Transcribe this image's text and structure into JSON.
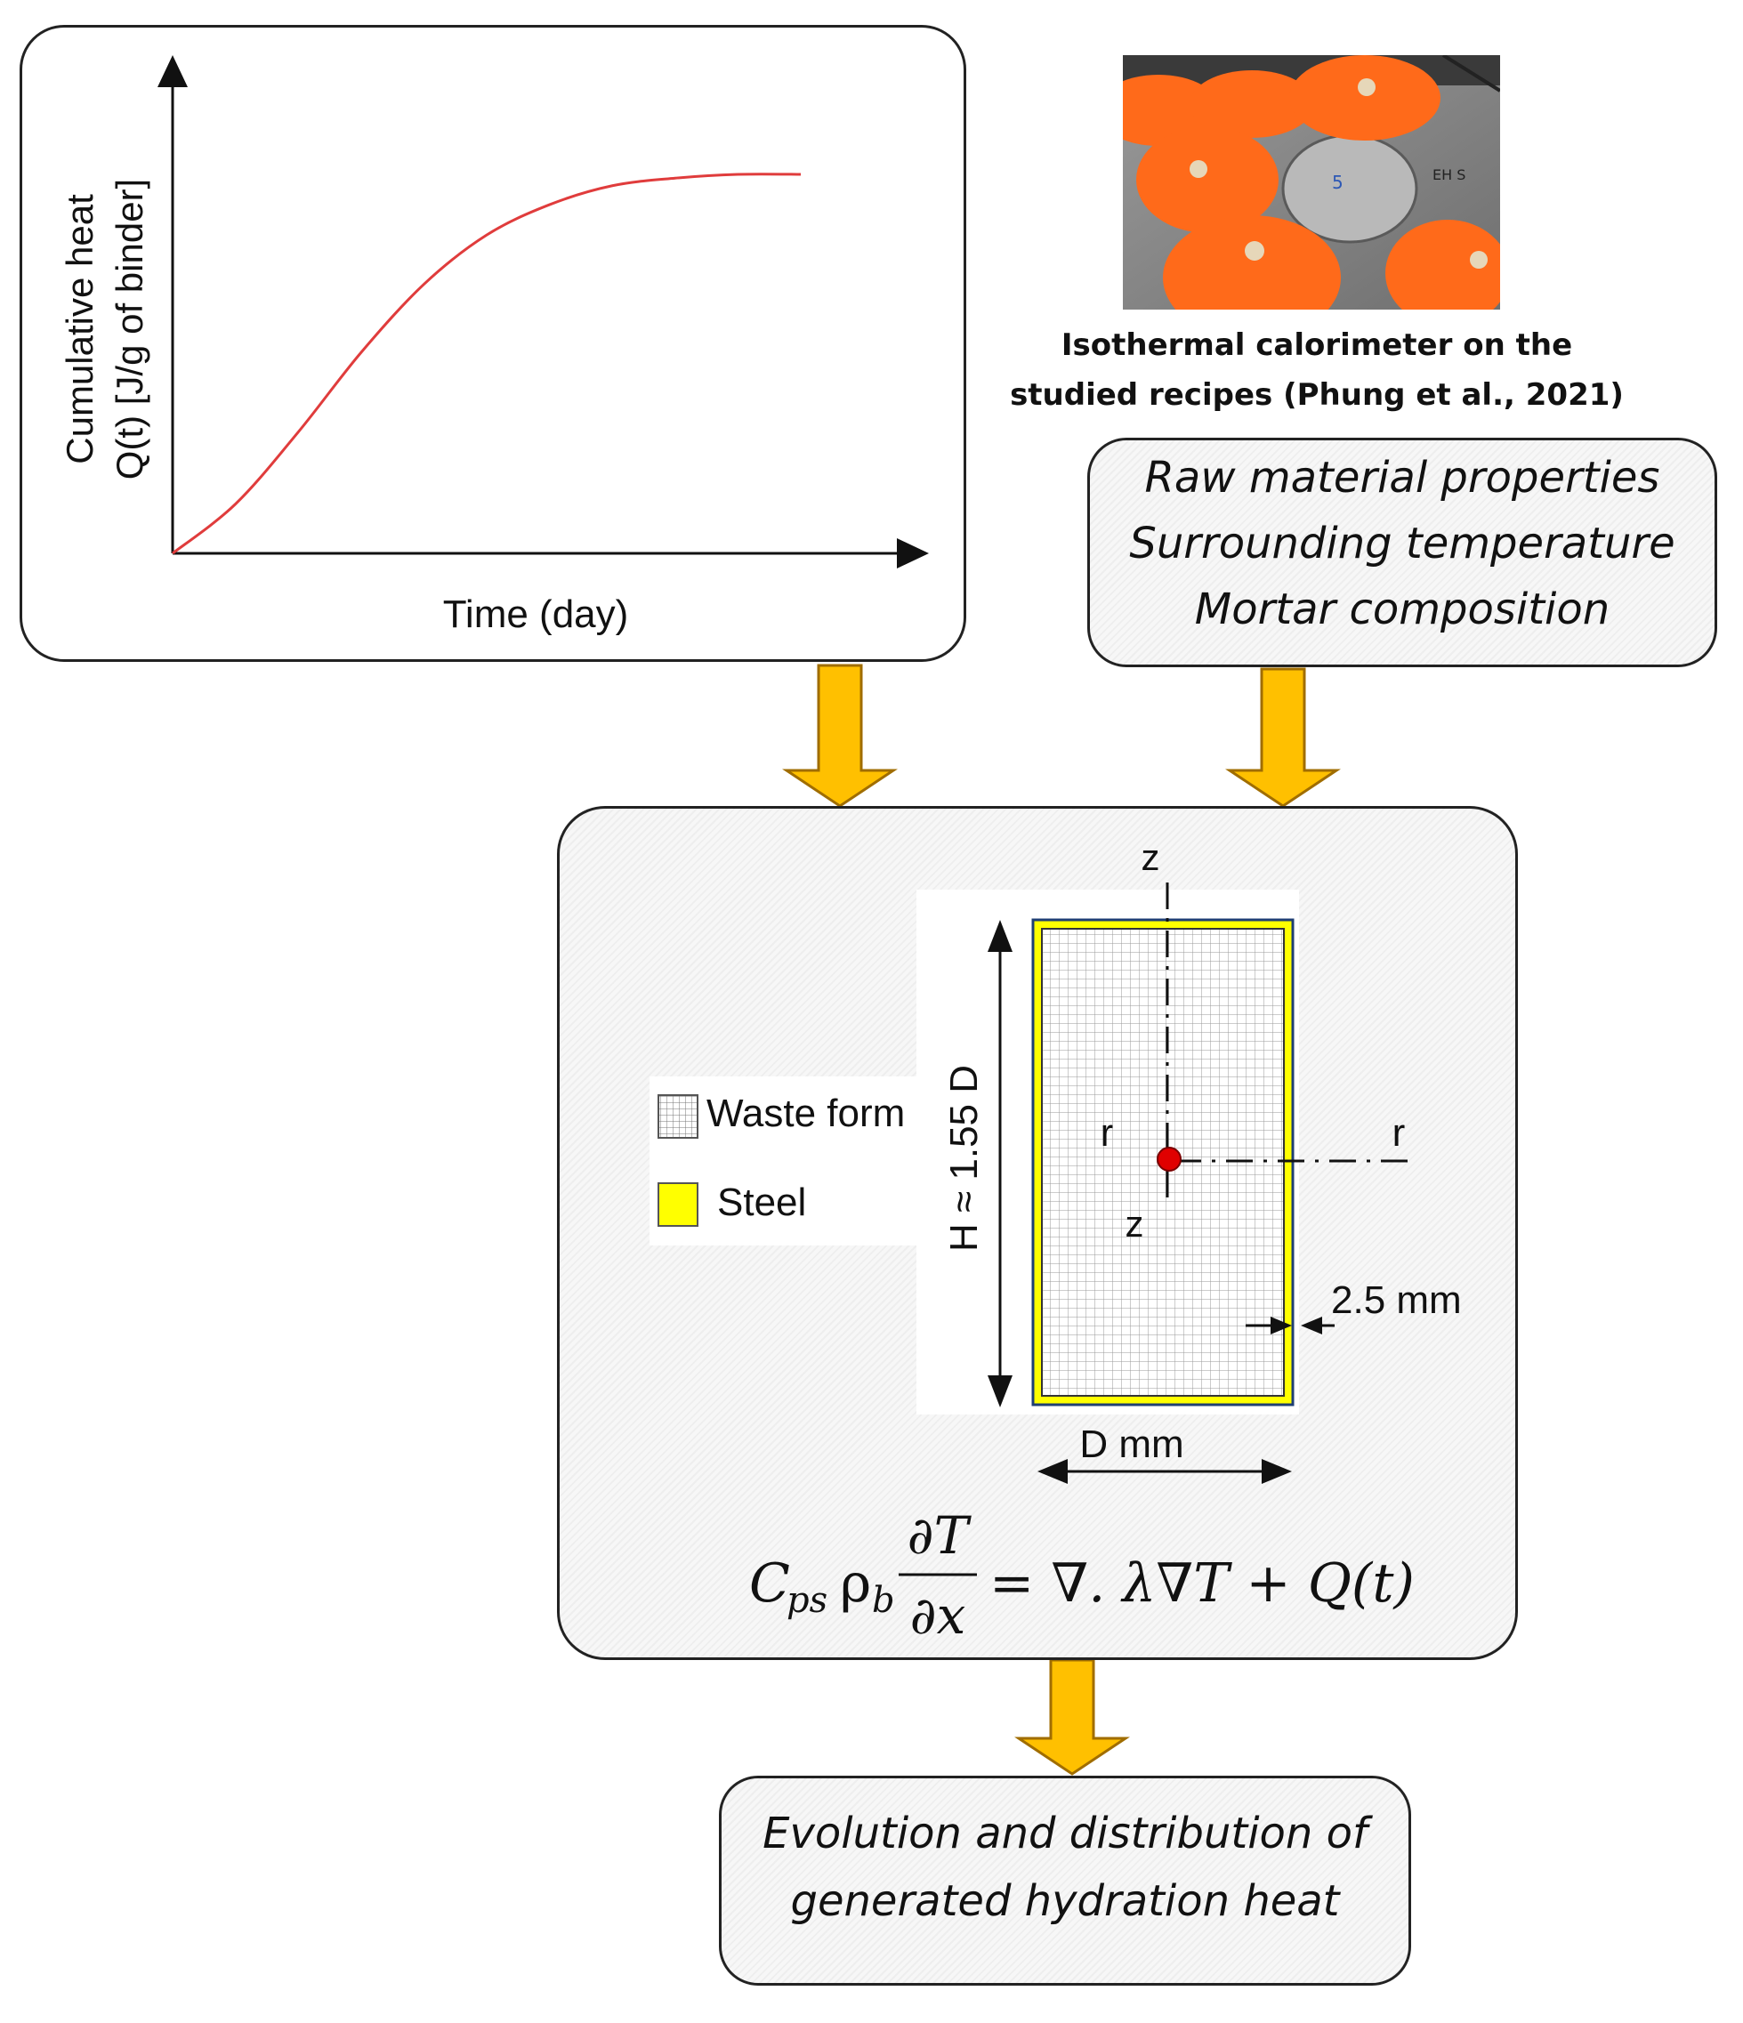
{
  "chart_panel": {
    "ylabel_line1": "Cumulative heat",
    "ylabel_line2": "Q(t) [J/g of binder]",
    "xlabel": "Time (day)",
    "curve_color": "#e03c3c"
  },
  "chart_data": {
    "type": "line",
    "title": "",
    "xlabel": "Time (day)",
    "ylabel": "Cumulative heat Q(t) [J/g of binder]",
    "axes_ticks": "none",
    "grid": false,
    "legend": "none",
    "series": [
      {
        "name": "",
        "x": [
          0,
          0.1,
          0.2,
          0.3,
          0.4,
          0.5,
          0.6,
          0.7,
          0.8,
          0.9,
          1.0
        ],
        "y": [
          0.0,
          0.13,
          0.32,
          0.53,
          0.71,
          0.84,
          0.92,
          0.97,
          0.99,
          1.0,
          1.0
        ]
      }
    ]
  },
  "photo": {
    "caption_line1": "Isothermal calorimeter on the",
    "caption_line2": "studied recipes (Phung et al., 2021)"
  },
  "inputs_box": {
    "line1": "Raw material properties",
    "line2": "Surrounding temperature",
    "line3": "Mortar composition"
  },
  "model_box": {
    "legend_waste": "Waste form",
    "legend_steel": "Steel",
    "steel_color": "#ffff00",
    "axis_z_top": "z",
    "axis_z_bottom": "z",
    "axis_r_left": "r",
    "axis_r_right": "r",
    "height_label": "H ≈ 1.55 D",
    "thickness_label": "2.5 mm",
    "width_label": "D mm",
    "equation": {
      "c": "C",
      "c_sub": "ps",
      "rho": "ρ",
      "rho_sub": "b",
      "numerator": "∂T",
      "denominator": "∂x",
      "rhs": "= ∇. λ∇T + Q(t)"
    }
  },
  "output_box": {
    "line1": "Evolution and distribution of",
    "line2": "generated hydration heat"
  },
  "colors": {
    "arrow_fill": "#ffc000",
    "arrow_stroke": "#a06d00",
    "photo_disc": "#ff6a1a"
  }
}
